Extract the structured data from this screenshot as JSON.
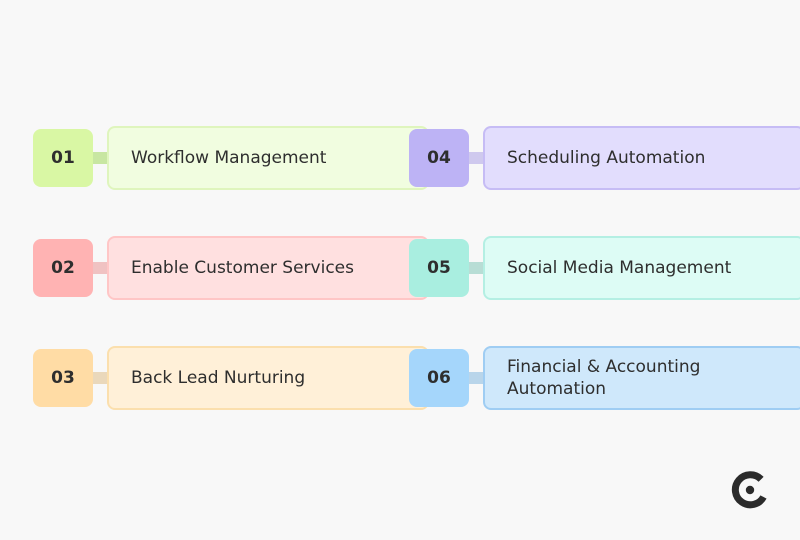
{
  "items": [
    {
      "number": "01",
      "label": "Workflow Management",
      "num_bg": "#d9f7a4",
      "conn_bg": "#c8e6a2",
      "card_bg": "#f1fde0",
      "card_border": "#dff5bd"
    },
    {
      "number": "02",
      "label": "Enable Customer Services",
      "num_bg": "#ffb3b3",
      "conn_bg": "#f0c2c2",
      "card_bg": "#ffe0e0",
      "card_border": "#ffc6c6"
    },
    {
      "number": "03",
      "label": "Back Lead Nurturing",
      "num_bg": "#ffdca5",
      "conn_bg": "#ead8bb",
      "card_bg": "#fff0d8",
      "card_border": "#fbdfad"
    },
    {
      "number": "04",
      "label": "Scheduling Automation",
      "num_bg": "#bdb3f5",
      "conn_bg": "#cfc9ee",
      "card_bg": "#e2ddfd",
      "card_border": "#c6bcf5"
    },
    {
      "number": "05",
      "label": "Social Media Management",
      "num_bg": "#a9eee0",
      "conn_bg": "#b8ddd5",
      "card_bg": "#ddfcf5",
      "card_border": "#b4efe3"
    },
    {
      "number": "06",
      "label": "Financial & Accounting Automation",
      "num_bg": "#a5d6fb",
      "conn_bg": "#b9d5ea",
      "card_bg": "#cfe8fb",
      "card_border": "#9fcdf3"
    }
  ],
  "logo": {
    "icon": "brand-logo-icon",
    "color": "#2b2b2b"
  }
}
